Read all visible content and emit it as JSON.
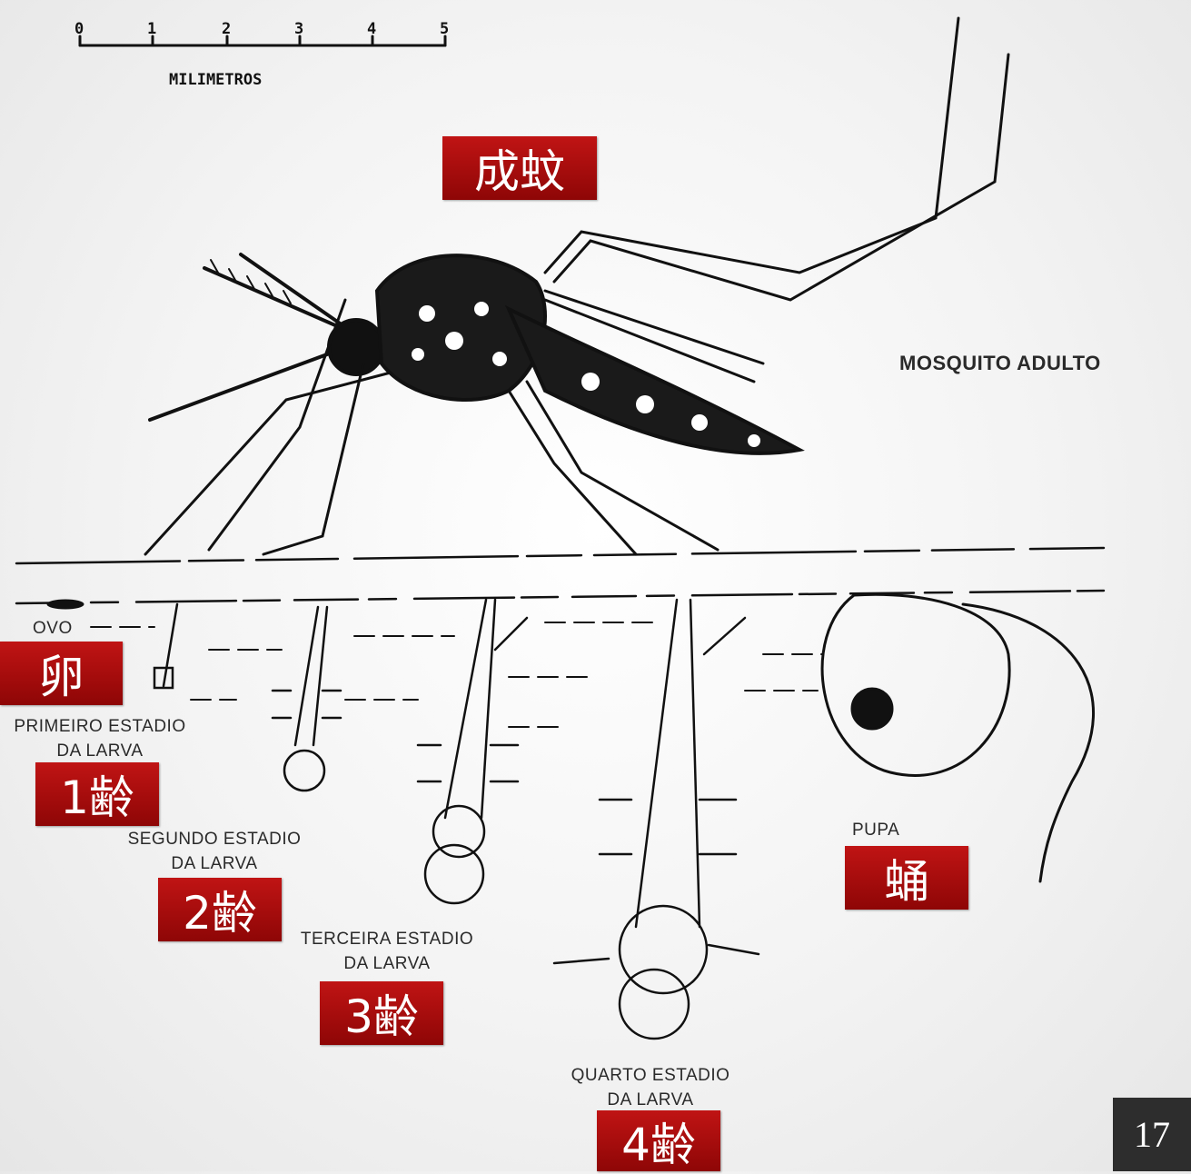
{
  "scale_bar": {
    "ticks": [
      "0",
      "1",
      "2",
      "3",
      "4",
      "5"
    ],
    "unit_label": "MILIMETROS"
  },
  "stages": {
    "adult": {
      "label": "MOSQUITO ADULTO",
      "tag": "成蚊"
    },
    "egg": {
      "label": "OVO",
      "tag": "卵"
    },
    "larva1": {
      "line1": "PRIMEIRO ESTADIO",
      "line2": "DA LARVA",
      "tag": "1齢"
    },
    "larva2": {
      "line1": "SEGUNDO ESTADIO",
      "line2": "DA LARVA",
      "tag": "2齢"
    },
    "larva3": {
      "line1": "TERCEIRA ESTADIO",
      "line2": "DA LARVA",
      "tag": "3齢"
    },
    "larva4": {
      "line1": "QUARTO ESTADIO",
      "line2": "DA LARVA",
      "tag": "4齢"
    },
    "pupa": {
      "label": "PUPA",
      "tag": "蛹"
    }
  },
  "slide_number": "17",
  "colors": {
    "tag_bg": "#b00d0d",
    "slide_number_bg": "#2d2d2d",
    "drawing": "#111111"
  }
}
